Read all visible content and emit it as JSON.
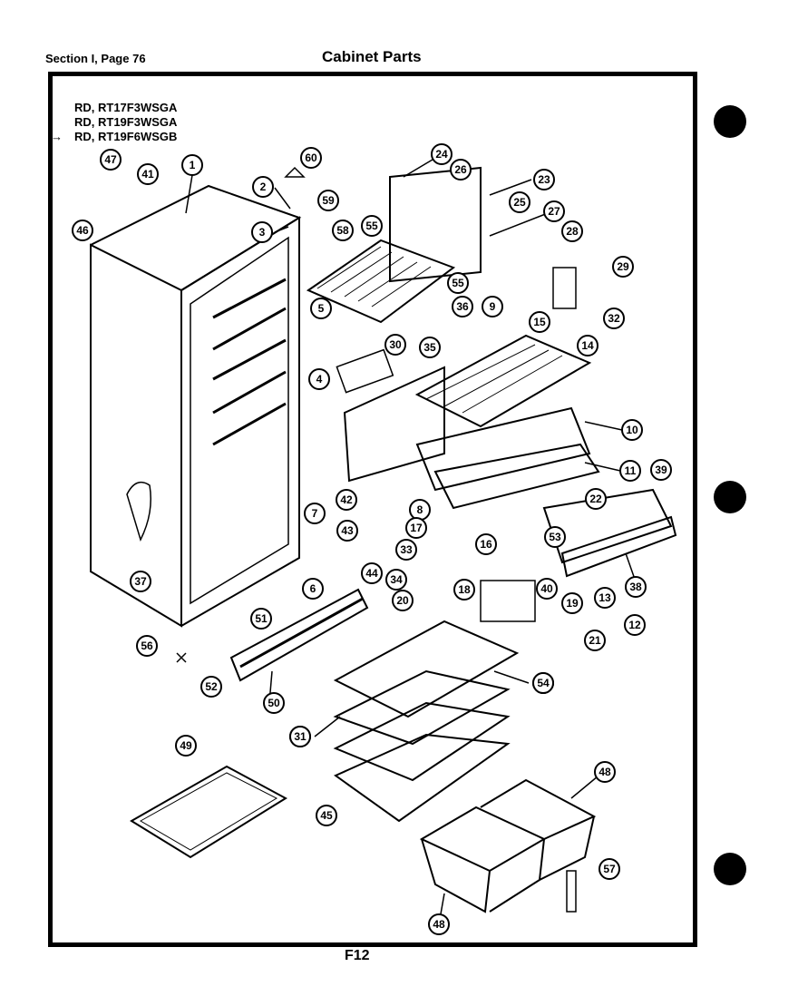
{
  "header": {
    "section": "Section I, Page 76",
    "title": "Cabinet Parts"
  },
  "models": [
    "RD, RT17F3WSGA",
    "RD, RT19F3WSGA",
    "RD, RT19F6WSGB"
  ],
  "figure_label": "F12",
  "callouts": [
    "1",
    "2",
    "3",
    "4",
    "5",
    "6",
    "7",
    "8",
    "9",
    "10",
    "11",
    "12",
    "13",
    "14",
    "15",
    "16",
    "17",
    "18",
    "19",
    "20",
    "21",
    "22",
    "23",
    "24",
    "25",
    "26",
    "27",
    "28",
    "29",
    "30",
    "31",
    "35",
    "32",
    "33",
    "34",
    "36",
    "37",
    "38",
    "39",
    "40",
    "41",
    "42",
    "43",
    "44",
    "45",
    "46",
    "47",
    "48",
    "48",
    "49",
    "50",
    "51",
    "52",
    "53",
    "54",
    "55",
    "55",
    "56",
    "57",
    "58",
    "59",
    "60",
    "31",
    "54"
  ]
}
